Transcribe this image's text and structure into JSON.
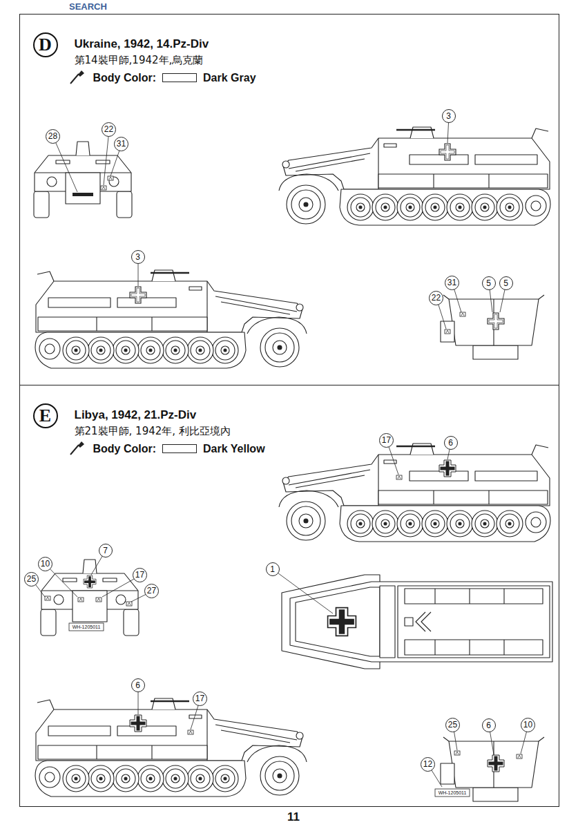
{
  "diagram": {
    "nodes": [
      {
        "text": [
          "Ukraine, 1942, 14.Pz-Div",
          "第14裝甲師,1942年,烏克蘭",
          "Body Color:",
          "Dark Gray"
        ]
      },
      {
        "text": [
          "D"
        ],
        "in": 0
      },
      {
        "text": [
          "3"
        ],
        "in": 0
      },
      {
        "text": [
          "22"
        ],
        "in": 0
      },
      {
        "text": [
          "28"
        ],
        "in": 0
      },
      {
        "text": [
          "31"
        ],
        "in": 0
      },
      {
        "text": [
          "3"
        ],
        "in": 0
      },
      {
        "text": [
          "31"
        ],
        "in": 0
      },
      {
        "text": [
          "5"
        ],
        "in": 0
      },
      {
        "text": [
          "5"
        ],
        "in": 0
      },
      {
        "text": [
          "22"
        ],
        "in": 0
      },
      {
        "text": [
          "Libya, 1942, 21.Pz-Div",
          "第21裝甲師, 1942年, 利比亞境內",
          "Body Color:",
          "Dark Yellow"
        ]
      },
      {
        "text": [
          "E"
        ],
        "in": 11
      },
      {
        "text": [
          "17"
        ],
        "in": 11
      },
      {
        "text": [
          "6"
        ],
        "in": 11
      },
      {
        "text": [
          "7"
        ],
        "in": 11
      },
      {
        "text": [
          "10"
        ],
        "in": 11
      },
      {
        "text": [
          "1"
        ],
        "in": 11
      },
      {
        "text": [
          "17"
        ],
        "in": 11
      },
      {
        "text": [
          "25"
        ],
        "in": 11
      },
      {
        "text": [
          "27"
        ],
        "in": 11
      },
      {
        "text": [
          "6"
        ],
        "in": 11
      },
      {
        "text": [
          "17"
        ],
        "in": 11
      },
      {
        "text": [
          "25"
        ],
        "in": 11
      },
      {
        "text": [
          "6"
        ],
        "in": 11
      },
      {
        "text": [
          "10"
        ],
        "in": 11
      },
      {
        "text": [
          "12"
        ],
        "in": 11
      }
    ],
    "labels": [
      "SEARCH",
      "WH-1205011",
      "WH-1205011",
      "11"
    ]
  }
}
